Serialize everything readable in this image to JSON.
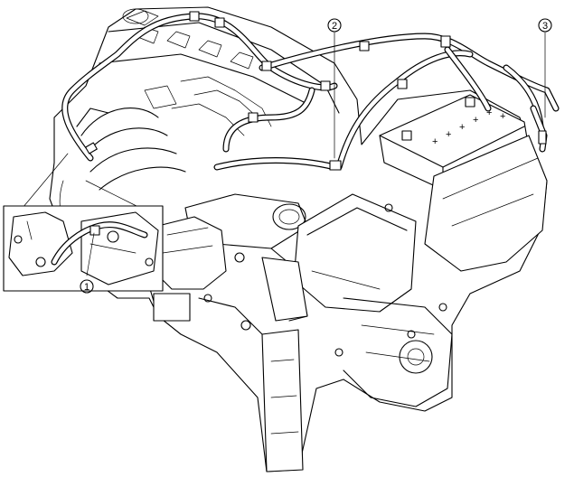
{
  "callouts": [
    {
      "id": "1",
      "label": "1"
    },
    {
      "id": "2",
      "label": "2"
    },
    {
      "id": "3",
      "label": "3"
    }
  ],
  "battery": {
    "terminal_symbol": "+"
  }
}
